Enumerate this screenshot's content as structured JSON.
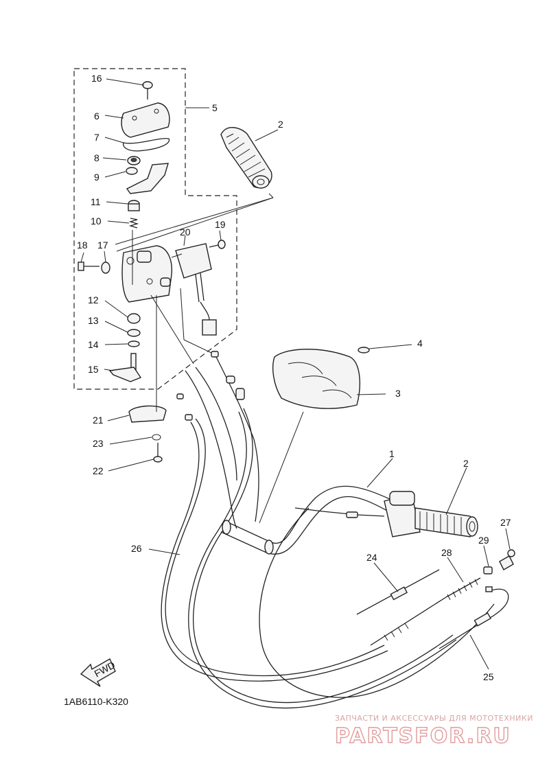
{
  "diagram_code": "1AB6110-K320",
  "fwd_label": "FWD",
  "watermark": {
    "tagline": "ЗАПЧАСТИ И АКСЕССУАРЫ ДЛЯ МОТОТЕХНИКИ",
    "brand": "PARTSFOR.RU"
  },
  "callouts": [
    "1",
    "2",
    "2",
    "3",
    "4",
    "5",
    "6",
    "7",
    "8",
    "9",
    "10",
    "11",
    "12",
    "13",
    "14",
    "15",
    "16",
    "17",
    "18",
    "19",
    "20",
    "21",
    "22",
    "23",
    "24",
    "25",
    "26",
    "27",
    "28",
    "29"
  ]
}
